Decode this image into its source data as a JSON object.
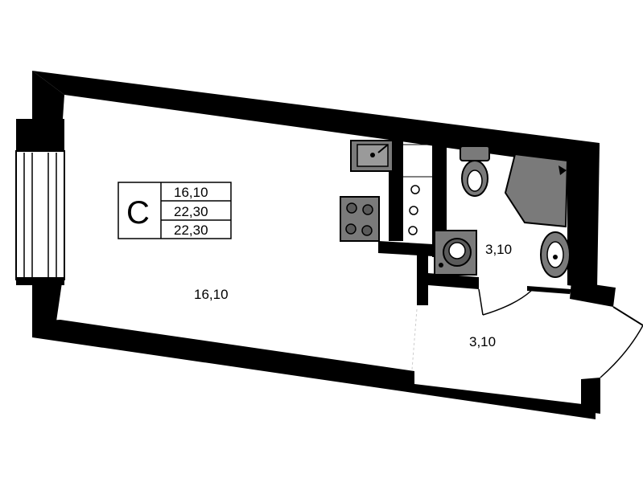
{
  "legend": {
    "type_letter": "С",
    "values": [
      "16,10",
      "22,30",
      "22,30"
    ]
  },
  "rooms": {
    "living_room_area": "16,10",
    "bathroom_area": "3,10",
    "hallway_area": "3,10"
  },
  "colors": {
    "wall": "#000000",
    "fixture_fill": "#7a7a7a",
    "background": "#ffffff"
  }
}
